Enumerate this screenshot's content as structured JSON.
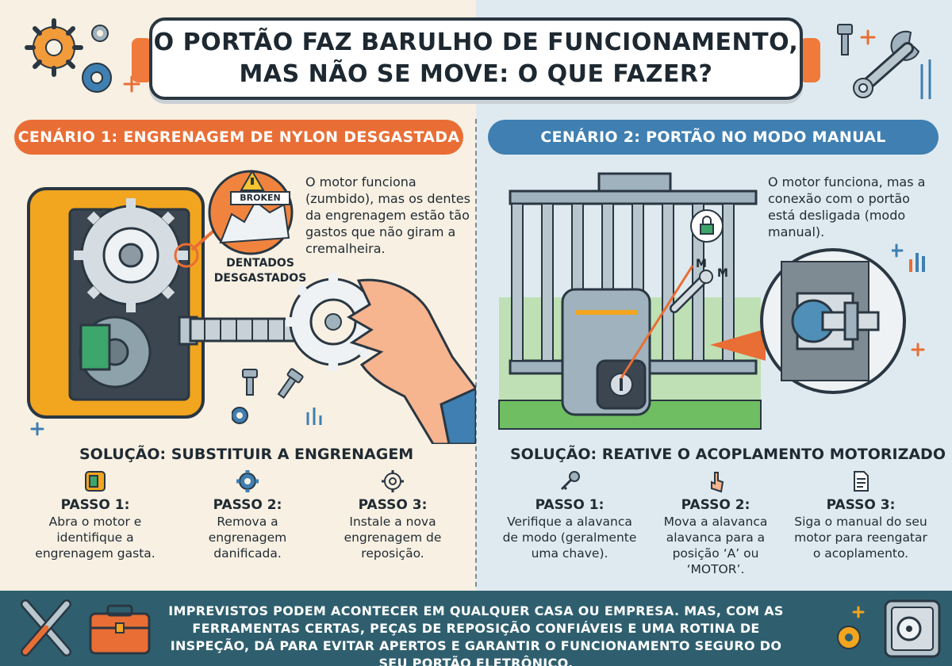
{
  "title": {
    "line1": "O PORTÃO FAZ BARULHO DE FUNCIONAMENTO,",
    "line2": "MAS NÃO SE MOVE: O QUE FAZER?"
  },
  "scenario1": {
    "header": "CENÁRIO 1: ENGRENAGEM DE NYLON DESGASTADA",
    "description": "O motor funciona (zumbido), mas os dentes da engrenagem estão tão gastos que não giram a cremalheira.",
    "broken_label": "BROKEN",
    "callout_label": "DENTADOS DESGASTADOS",
    "solution": "SOLUÇÃO: SUBSTITUIR A ENGRENAGEM",
    "steps": [
      {
        "title": "PASSO 1:",
        "text": "Abra o motor e identifique a engrenagem gasta.",
        "icon": "motor-box-icon"
      },
      {
        "title": "PASSO 2:",
        "text": "Remova a engrenagem danificada.",
        "icon": "gear-icon"
      },
      {
        "title": "PASSO 3:",
        "text": "Instale a nova engrenagem de reposição.",
        "icon": "gear-outline-icon"
      }
    ]
  },
  "scenario2": {
    "header": "CENÁRIO 2: PORTÃO NO MODO MANUAL",
    "description": "O motor funciona, mas a conexão com o portão está desligada (modo manual).",
    "mode_label": "M",
    "solution": "SOLUÇÃO: REATIVE O ACOPLAMENTO MOTORIZADO",
    "steps": [
      {
        "title": "PASSO 1:",
        "text": "Verifique a alavanca de modo (geralmente uma chave).",
        "icon": "key-icon"
      },
      {
        "title": "PASSO 2:",
        "text": "Mova a alavanca alavanca para a posição ‘A’ ou ‘MOTOR’.",
        "icon": "hand-pointer-icon"
      },
      {
        "title": "PASSO 3:",
        "text": "Siga o manual do seu motor para reengatar o acoplamento.",
        "icon": "document-icon"
      }
    ]
  },
  "footer": {
    "text": "IMPREVISTOS PODEM ACONTECER EM QUALQUER CASA OU EMPRESA. MAS, COM AS FERRAMENTAS CERTAS, PEÇAS DE REPOSIÇÃO CONFIÁVEIS E UMA ROTINA DE INSPEÇÃO, DÁ PARA EVITAR APERTOS E GARANTIR O FUNCIONAMENTO SEGURO DO SEU PORTÃO ELETRÔNICO."
  },
  "colors": {
    "orange": "#e96e35",
    "blue": "#3f7fb1",
    "footer": "#2f5f6e",
    "motor_yellow": "#f2a51f"
  }
}
